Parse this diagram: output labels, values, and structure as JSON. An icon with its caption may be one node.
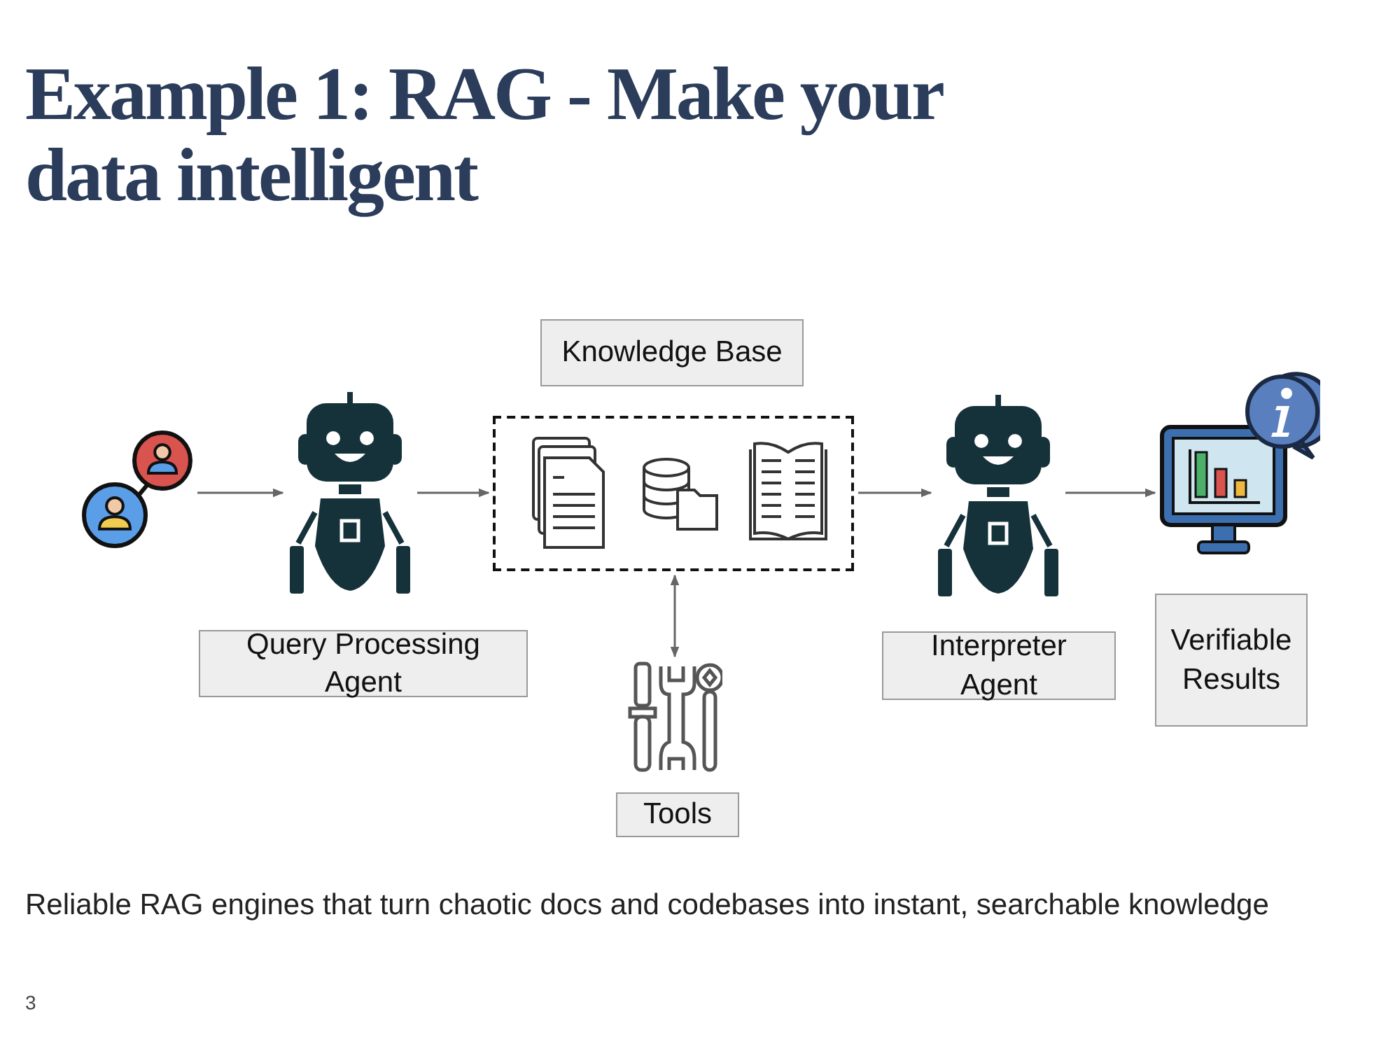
{
  "diagram": {
    "title": "Example 1: RAG - Make your data intelligent",
    "caption": "Reliable RAG engines that turn chaotic docs and codebases into instant, searchable knowledge",
    "nodes": [
      {
        "text": [],
        "shape": "person"
      },
      {
        "text": [],
        "shape": "picture"
      },
      {
        "text": [
          "Query Processing Agent"
        ]
      },
      {
        "text": [
          "Knowledge Base"
        ]
      },
      {
        "text": [],
        "shape": "box"
      },
      {
        "text": [],
        "shape": "picture"
      },
      {
        "text": [
          "Tools"
        ]
      },
      {
        "text": [],
        "shape": "picture"
      },
      {
        "text": [
          "Interpreter Agent"
        ]
      },
      {
        "text": [],
        "shape": "picture"
      },
      {
        "text": [
          "Verifiable Results"
        ]
      }
    ],
    "edges": [
      {
        "from": 0,
        "to": 1,
        "arrow": "to"
      },
      {
        "from": 1,
        "to": 4,
        "arrow": "to"
      },
      {
        "from": 5,
        "to": 4,
        "arrow": "both"
      },
      {
        "from": 4,
        "to": 7,
        "arrow": "to"
      },
      {
        "from": 7,
        "to": 9,
        "arrow": "to"
      }
    ],
    "labels": [
      "3"
    ]
  }
}
